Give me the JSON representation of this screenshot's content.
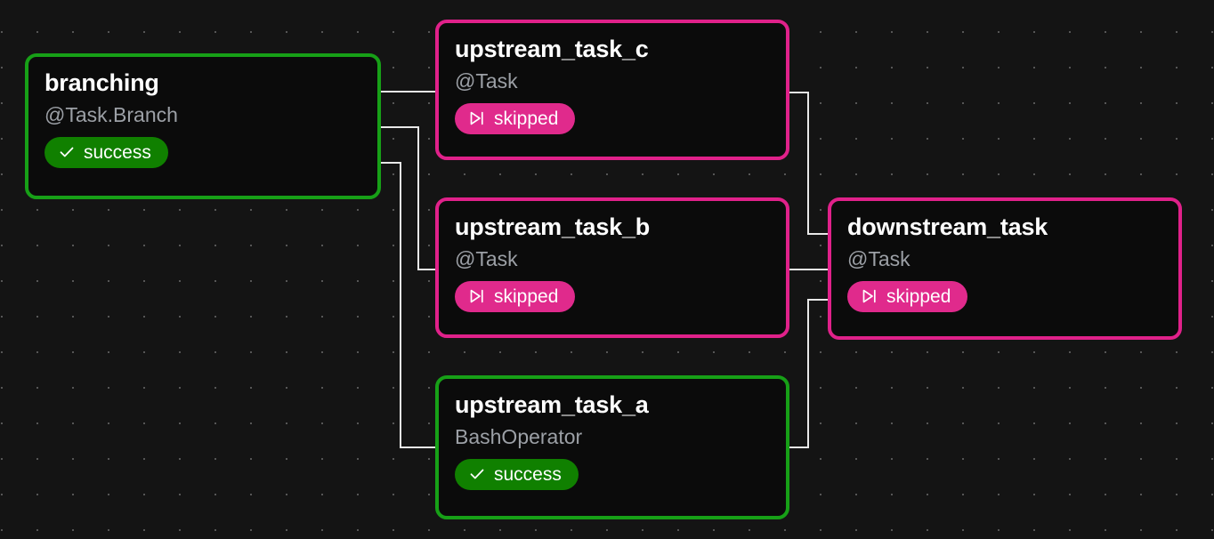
{
  "canvas": {
    "background_color": "#141414",
    "grid_dot_color": "#565656",
    "edge_color": "#e8e8e8"
  },
  "colors": {
    "success_border": "#17a017",
    "success_badge": "#108000",
    "skipped_border": "#e0218a",
    "skipped_badge": "#e02a8c",
    "node_fill": "#0b0b0b",
    "title_text": "#ffffff",
    "subtitle_text": "#9ca0a6"
  },
  "nodes": [
    {
      "id": "branching",
      "title": "branching",
      "subtitle": "@Task.Branch",
      "status": "success",
      "status_label": "success",
      "status_icon": "check-icon"
    },
    {
      "id": "upstream_task_c",
      "title": "upstream_task_c",
      "subtitle": "@Task",
      "status": "skipped",
      "status_label": "skipped",
      "status_icon": "skip-forward-icon"
    },
    {
      "id": "upstream_task_b",
      "title": "upstream_task_b",
      "subtitle": "@Task",
      "status": "skipped",
      "status_label": "skipped",
      "status_icon": "skip-forward-icon"
    },
    {
      "id": "upstream_task_a",
      "title": "upstream_task_a",
      "subtitle": "BashOperator",
      "status": "success",
      "status_label": "success",
      "status_icon": "check-icon"
    },
    {
      "id": "downstream_task",
      "title": "downstream_task",
      "subtitle": "@Task",
      "status": "skipped",
      "status_label": "skipped",
      "status_icon": "skip-forward-icon"
    }
  ],
  "edges": [
    {
      "from": "branching",
      "to": "upstream_task_c"
    },
    {
      "from": "branching",
      "to": "upstream_task_b"
    },
    {
      "from": "branching",
      "to": "upstream_task_a"
    },
    {
      "from": "upstream_task_c",
      "to": "downstream_task"
    },
    {
      "from": "upstream_task_b",
      "to": "downstream_task"
    },
    {
      "from": "upstream_task_a",
      "to": "downstream_task"
    }
  ]
}
